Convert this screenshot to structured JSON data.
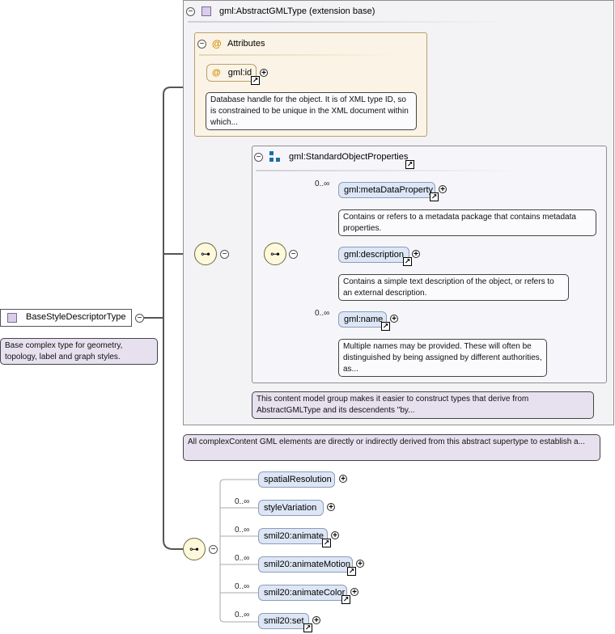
{
  "root": {
    "name": "BaseStyleDescriptorType",
    "note": "Base complex type for geometry, topology, label and graph styles."
  },
  "extension": {
    "title": "gml:AbstractGMLType (extension base)",
    "note": "All complexContent GML elements are directly or indirectly derived from this abstract supertype to establish a..."
  },
  "attributes": {
    "title": "Attributes",
    "id_name": "gml:id",
    "id_note": "Database handle for the object. It is of XML type ID, so is constrained to be unique in the XML document within which..."
  },
  "std_props": {
    "title": "gml:StandardObjectProperties",
    "note": "This content model group makes it easier to construct types that derive from AbstractGMLType and its descendents \"by...",
    "items": [
      {
        "name": "gml:metaDataProperty",
        "occ": "0..∞",
        "note": "Contains or refers to a metadata package that contains metadata properties."
      },
      {
        "name": "gml:description",
        "occ": "",
        "note": "Contains a simple text description of the object, or refers to an external description."
      },
      {
        "name": "gml:name",
        "occ": "0..∞",
        "note": "Multiple names may be provided. These will often be distinguished by being assigned by different authorities, as..."
      }
    ]
  },
  "sequence2": {
    "items": [
      {
        "name": "spatialResolution",
        "occ": ""
      },
      {
        "name": "styleVariation",
        "occ": "0..∞"
      },
      {
        "name": "smil20:animate",
        "occ": "0..∞"
      },
      {
        "name": "smil20:animateMotion",
        "occ": "0..∞"
      },
      {
        "name": "smil20:animateColor",
        "occ": "0..∞"
      },
      {
        "name": "smil20:set",
        "occ": "0..∞"
      }
    ]
  },
  "symbols": {
    "collapse": "−",
    "expand": "+",
    "link": "↗",
    "at": "@"
  },
  "icons": {
    "type_icon": "complex-type-icon",
    "group_icon": "group-icon",
    "attribute_icon": "attribute-icon",
    "sequence_icon": "sequence-compositor-icon"
  }
}
